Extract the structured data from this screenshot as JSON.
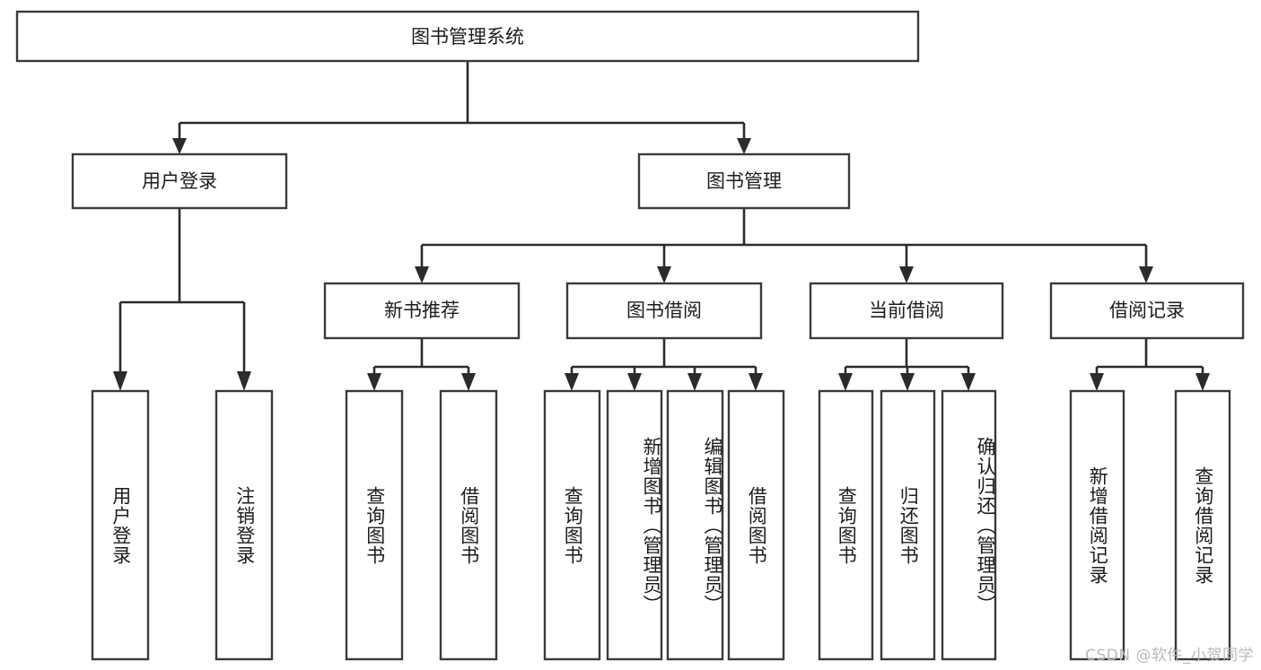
{
  "diagram": {
    "type": "tree-hierarchy",
    "title": "图书管理系统",
    "root": {
      "id": "root",
      "label": "图书管理系统",
      "orientation": "horizontal"
    },
    "level1": [
      {
        "id": "user-login",
        "label": "用户登录",
        "orientation": "horizontal"
      },
      {
        "id": "book-management",
        "label": "图书管理",
        "orientation": "horizontal"
      }
    ],
    "level2": [
      {
        "id": "new-book-recommend",
        "label": "新书推荐",
        "orientation": "horizontal",
        "parent": "book-management"
      },
      {
        "id": "book-borrow",
        "label": "图书借阅",
        "orientation": "horizontal",
        "parent": "book-management"
      },
      {
        "id": "current-borrow",
        "label": "当前借阅",
        "orientation": "horizontal",
        "parent": "book-management"
      },
      {
        "id": "borrow-record",
        "label": "借阅记录",
        "orientation": "horizontal",
        "parent": "book-management"
      }
    ],
    "leaves": [
      {
        "id": "leaf-user-login",
        "label": "用户登录",
        "orientation": "vertical",
        "parent": "user-login"
      },
      {
        "id": "leaf-logout",
        "label": "注销登录",
        "orientation": "vertical",
        "parent": "user-login"
      },
      {
        "id": "leaf-query-book-1",
        "label": "查询图书",
        "orientation": "vertical",
        "parent": "new-book-recommend"
      },
      {
        "id": "leaf-borrow-book-1",
        "label": "借阅图书",
        "orientation": "vertical",
        "parent": "new-book-recommend"
      },
      {
        "id": "leaf-query-book-2",
        "label": "查询图书",
        "orientation": "vertical",
        "parent": "book-borrow"
      },
      {
        "id": "leaf-add-book",
        "label": "新增图书（管理员）",
        "orientation": "vertical",
        "parent": "book-borrow"
      },
      {
        "id": "leaf-edit-book",
        "label": "编辑图书（管理员）",
        "orientation": "vertical",
        "parent": "book-borrow"
      },
      {
        "id": "leaf-borrow-book-2",
        "label": "借阅图书",
        "orientation": "vertical",
        "parent": "book-borrow"
      },
      {
        "id": "leaf-query-book-3",
        "label": "查询图书",
        "orientation": "vertical",
        "parent": "current-borrow"
      },
      {
        "id": "leaf-return-book",
        "label": "归还图书",
        "orientation": "vertical",
        "parent": "current-borrow"
      },
      {
        "id": "leaf-confirm-return",
        "label": "确认归还（管理员）",
        "orientation": "vertical",
        "parent": "current-borrow"
      },
      {
        "id": "leaf-add-record",
        "label": "新增借阅记录",
        "orientation": "vertical",
        "parent": "borrow-record"
      },
      {
        "id": "leaf-query-record",
        "label": "查询借阅记录",
        "orientation": "vertical",
        "parent": "borrow-record"
      }
    ],
    "colors": {
      "box_stroke": "#3a3a3a",
      "connector": "#2b2b2b",
      "text": "#1c1c1c",
      "background": "#ffffff",
      "watermark": "#b9b9b9"
    }
  },
  "watermark": {
    "text": "CSDN @软件_小贺同学"
  }
}
